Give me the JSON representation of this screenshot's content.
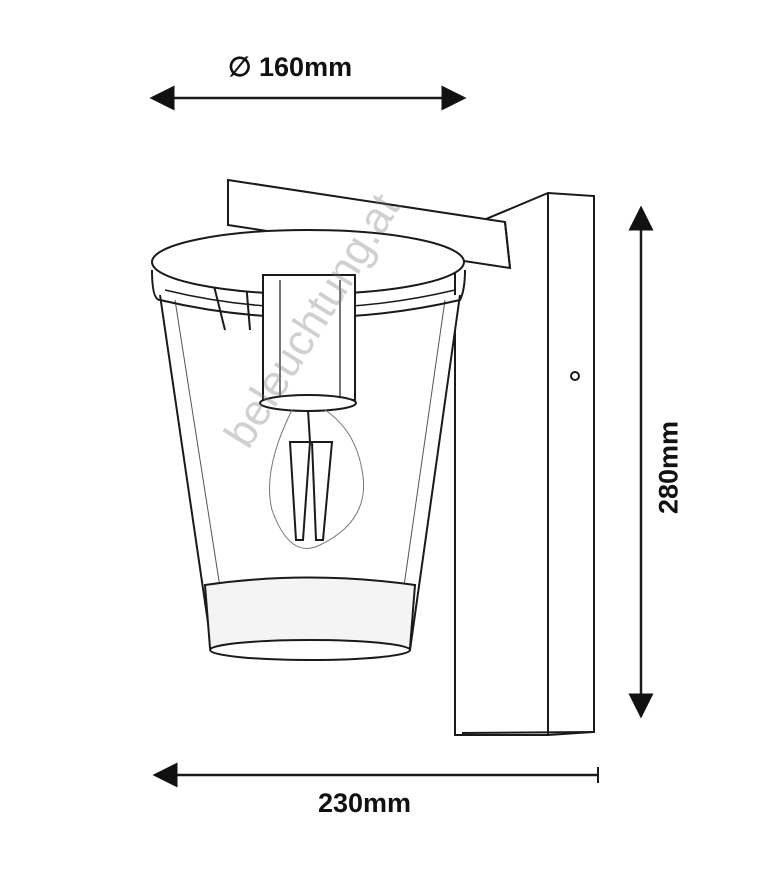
{
  "dimensions": {
    "diameter": "∅ 160mm",
    "height": "280mm",
    "depth": "230mm"
  },
  "watermark": "beleuchtung.at",
  "colors": {
    "line": "#1a1a1a"
  }
}
